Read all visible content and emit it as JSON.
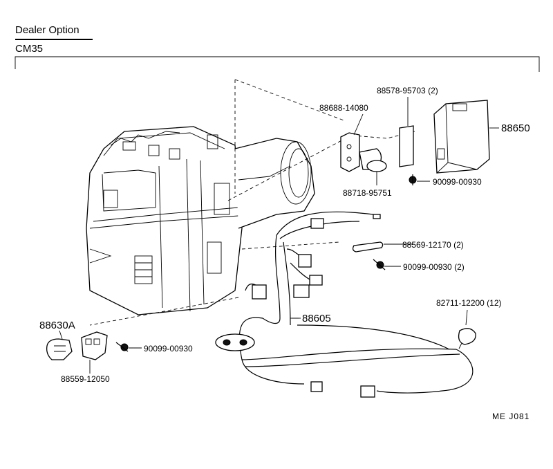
{
  "header": {
    "title": "Dealer Option",
    "code": "CM35"
  },
  "part_labels": {
    "p88578": "88578-95703 (2)",
    "p88688": "88688-14080",
    "p88650": "88650",
    "p88718": "88718-95751",
    "p90099_a": "90099-00930",
    "p88569": "88569-12170 (2)",
    "p90099_b": "90099-00930 (2)",
    "p88605": "88605",
    "p82711": "82711-12200 (12)",
    "p88630A": "88630A",
    "p90099_c": "90099-00930",
    "p88559": "88559-12050"
  },
  "reference": "ME  J081"
}
